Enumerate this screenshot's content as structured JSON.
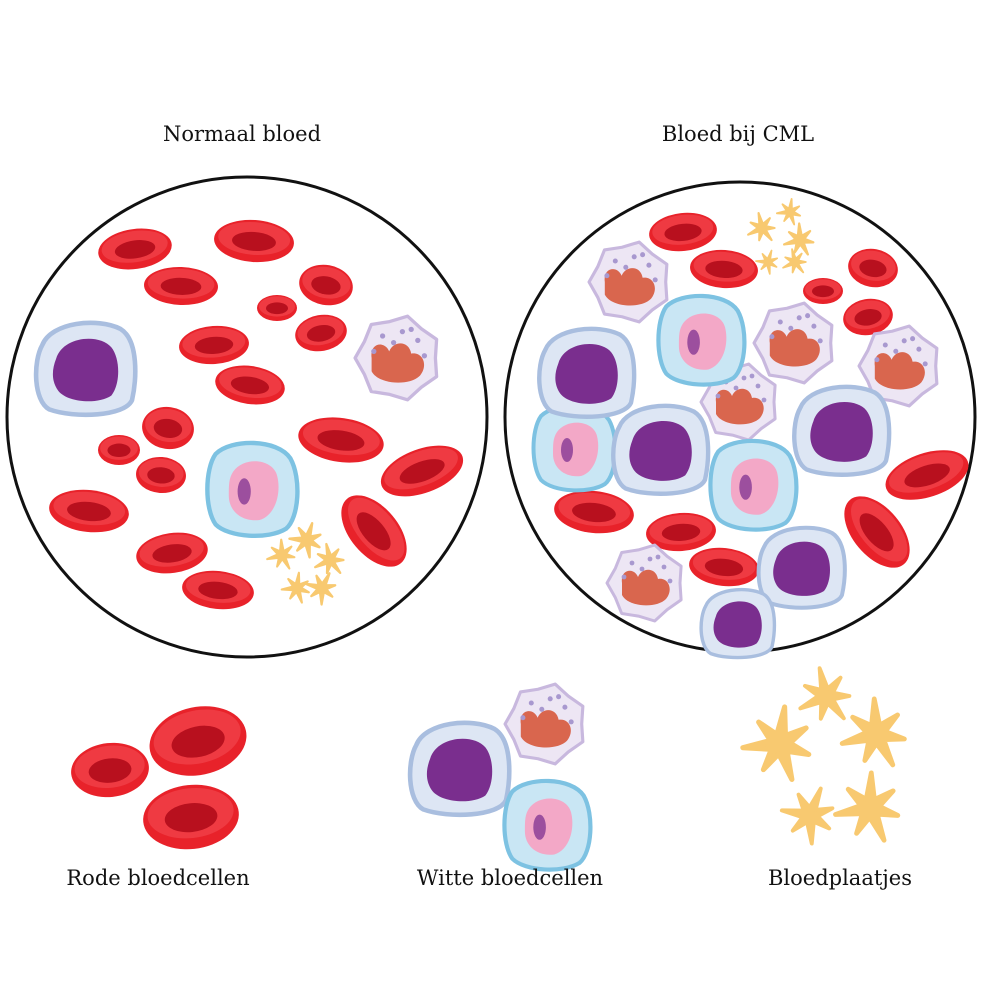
{
  "titles": {
    "normal": "Normaal bloed",
    "cml": "Bloed bij CML"
  },
  "legend": {
    "red": "Rode bloedcellen",
    "white": "Witte bloedcellen",
    "platelets": "Bloedplaatjes"
  },
  "colors": {
    "red_outer": "#E8222A",
    "red_inner": "#B8101E",
    "red_highlight": "#F5525A",
    "mono_cyto": "#DDE6F4",
    "mono_edge": "#A9BEDF",
    "mono_nucleus": "#7A2E8E",
    "lympho_cyto": "#C9E6F4",
    "lympho_edge": "#7DC2E2",
    "lympho_nucleus": "#F3A8C7",
    "lympho_nucleolus": "#9C4F9E",
    "gran_cyto": "#EDE6F4",
    "gran_edge": "#C8B8DE",
    "gran_nucleus": "#D9664E",
    "gran_dots": "#A898CF",
    "platelet": "#F8C970",
    "circle_stroke": "#111111"
  }
}
